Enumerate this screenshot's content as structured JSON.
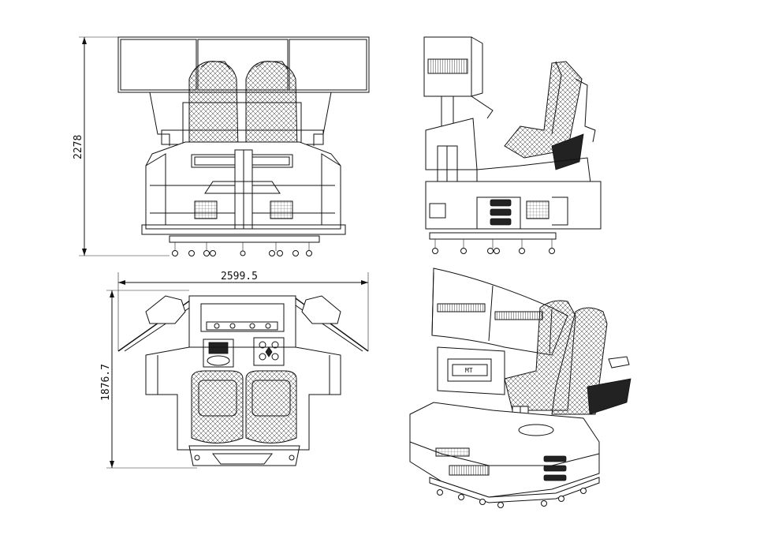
{
  "dimensions": {
    "height": "2278",
    "width": "2599.5",
    "depth": "1876.7"
  },
  "badge": "MT"
}
